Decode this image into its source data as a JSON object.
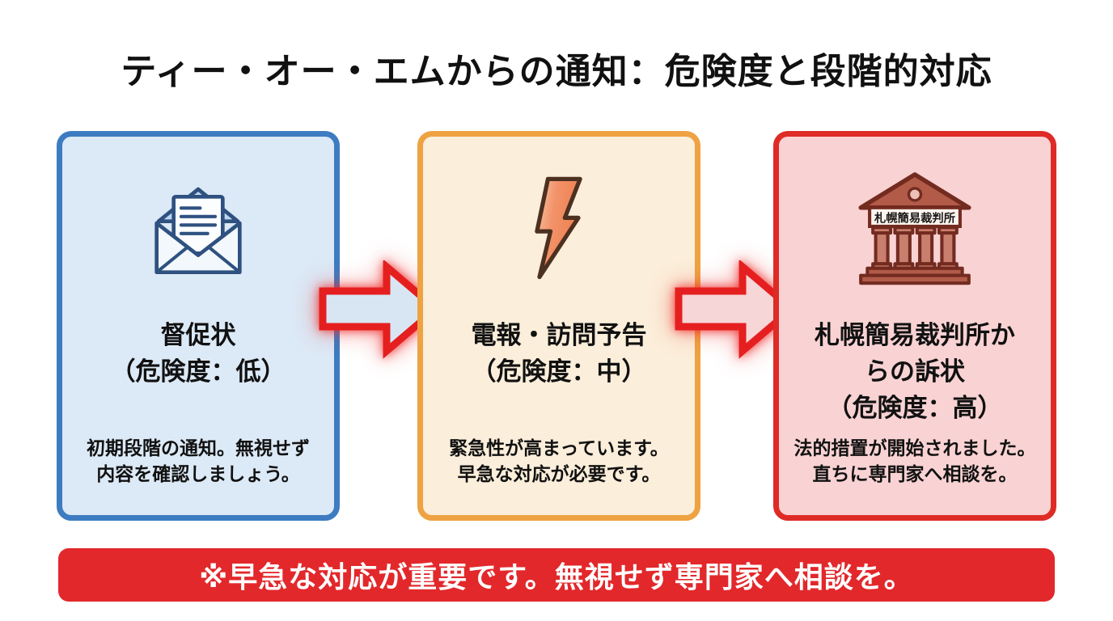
{
  "title": "ティー・オー・エムからの通知：危険度と段階的対応",
  "cards": [
    {
      "icon": "open-envelope-icon",
      "name_lines": [
        "督促状"
      ],
      "level": "（危険度：低）",
      "body_lines": [
        "初期段階の通知。無視せず",
        "内容を確認しましょう。"
      ],
      "colors": {
        "bg": "#dce9f6",
        "border": "#3d7cc1"
      }
    },
    {
      "icon": "lightning-bolt-icon",
      "name_lines": [
        "電報・訪問予告"
      ],
      "level": "（危険度：中）",
      "body_lines": [
        "緊急性が高まっています。",
        "早急な対応が必要です。"
      ],
      "colors": {
        "bg": "#fbeeda",
        "border": "#efa242"
      }
    },
    {
      "icon": "courthouse-icon",
      "courthouse_label": "札幌簡易裁判所",
      "name_lines": [
        "札幌簡易裁判所か",
        "らの訴状"
      ],
      "level": "（危険度：高）",
      "body_lines": [
        "法的措置が開始されました。",
        "直ちに専門家へ相談を。"
      ],
      "colors": {
        "bg": "#f9d2d3",
        "border": "#de2b26"
      }
    }
  ],
  "arrows": [
    {
      "fill": "#d8e6f4",
      "stroke": "#e51f1f"
    },
    {
      "fill": "#f7d6d7",
      "stroke": "#e51f1f"
    }
  ],
  "footer": {
    "text": "※早急な対応が重要です。無視せず専門家へ相談を。",
    "bg": "#e2282b",
    "text_color": "#ffffff"
  }
}
